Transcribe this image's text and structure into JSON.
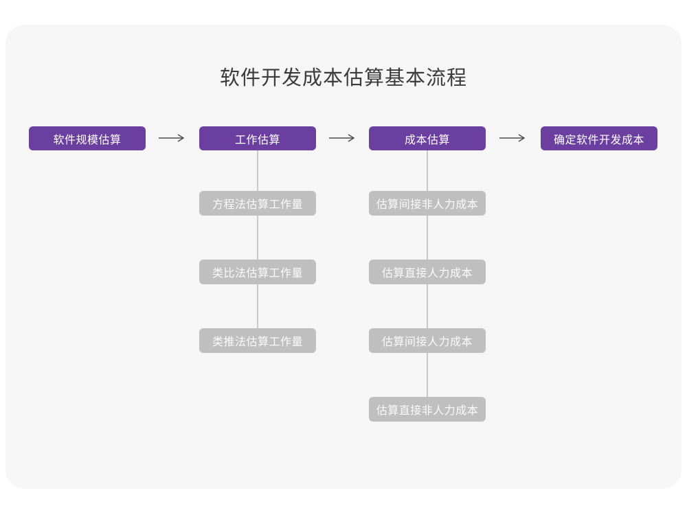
{
  "page": {
    "title": "软件开发成本估算基本流程"
  },
  "colors": {
    "accent": "#6B3FA0",
    "gray_box": "#BFBFBF",
    "card_bg": "#F6F6F6",
    "arrow": "#4A4A4A",
    "connector": "#C9C9C9",
    "title_color": "#3B3B3B"
  },
  "flow": {
    "main_steps": [
      {
        "label": "软件规模估算"
      },
      {
        "label": "工作估算"
      },
      {
        "label": "成本估算"
      },
      {
        "label": "确定软件开发成本"
      }
    ],
    "work_substeps": [
      "方程法估算工作量",
      "类比法估算工作量",
      "类推法估算工作量"
    ],
    "cost_substeps": [
      "估算间接非人力成本",
      "估算直接人力成本",
      "估算间接人力成本",
      "估算直接非人力成本"
    ]
  }
}
